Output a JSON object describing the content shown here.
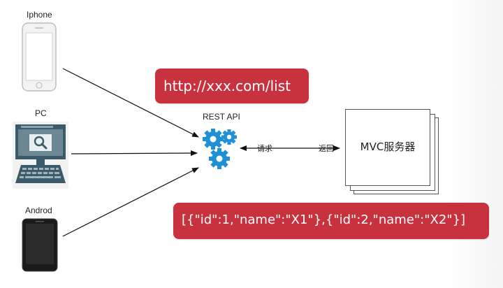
{
  "devices": {
    "iphone_label": "Iphone",
    "pc_label": "PC",
    "android_label": "Androd"
  },
  "api": {
    "label": "REST API",
    "url": "http://xxx.com/list"
  },
  "flow": {
    "request_label": "请求",
    "return_label": "返回"
  },
  "server": {
    "label": "MVC服务器"
  },
  "response": {
    "json_text": "[{\"id\":1,\"name\":\"X1\"},{\"id\":2,\"name\":\"X2\"}]"
  },
  "colors": {
    "callout": "#c8323f",
    "gear": "#1f8fd6",
    "monitor": "#3b5b6b"
  }
}
